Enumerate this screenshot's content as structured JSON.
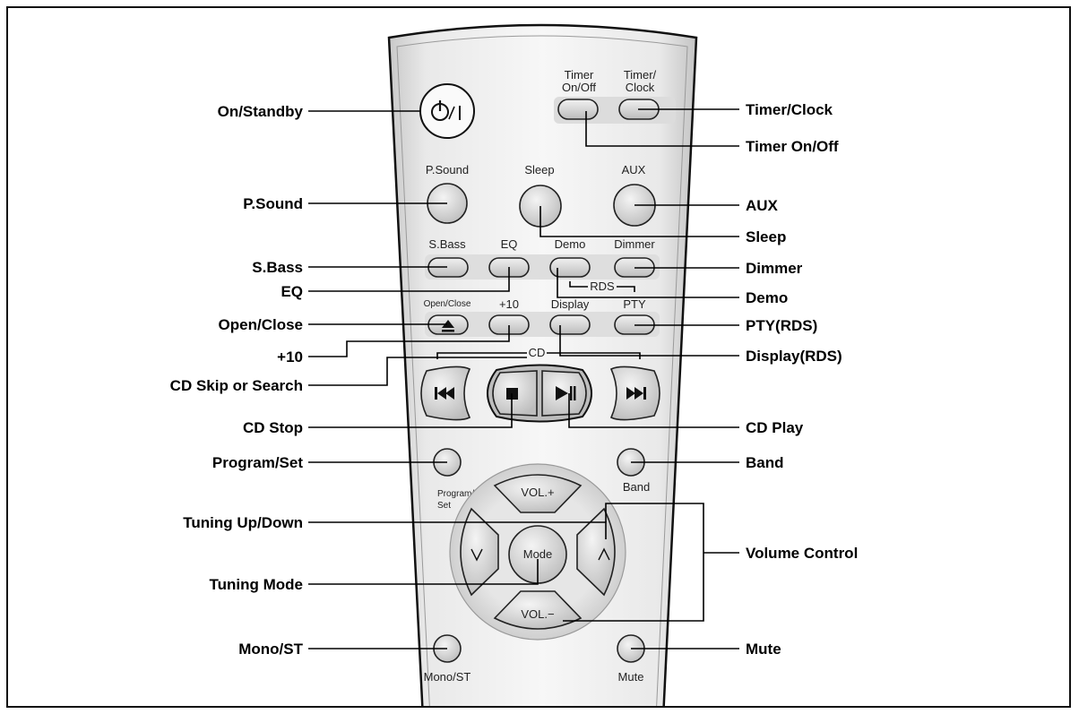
{
  "callouts": {
    "on_standby": "On/Standby",
    "timer_clock": "Timer/Clock",
    "timer_on_off": "Timer On/Off",
    "p_sound": "P.Sound",
    "aux": "AUX",
    "sleep": "Sleep",
    "s_bass": "S.Bass",
    "dimmer": "Dimmer",
    "eq": "EQ",
    "demo": "Demo",
    "open_close": "Open/Close",
    "pty_rds": "PTY(RDS)",
    "plus10": "+10",
    "display_rds": "Display(RDS)",
    "cd_skip": "CD Skip or Search",
    "cd_stop": "CD Stop",
    "cd_play": "CD Play",
    "program_set": "Program/Set",
    "band": "Band",
    "tuning_updown": "Tuning Up/Down",
    "volume_control": "Volume Control",
    "tuning_mode": "Tuning Mode",
    "mono_st": "Mono/ST",
    "mute": "Mute"
  },
  "buttons": {
    "timer_on_off_line1": "Timer",
    "timer_on_off_line2": "On/Off",
    "timer_clock_line1": "Timer/",
    "timer_clock_line2": "Clock",
    "p_sound": "P.Sound",
    "sleep": "Sleep",
    "aux": "AUX",
    "s_bass": "S.Bass",
    "eq": "EQ",
    "demo": "Demo",
    "dimmer": "Dimmer",
    "rds": "RDS",
    "open_close": "Open/Close",
    "plus10": "+10",
    "display": "Display",
    "pty": "PTY",
    "cd": "CD",
    "program_line1": "Program/",
    "program_line2": "Set",
    "band": "Band",
    "vol_up": "VOL.+",
    "vol_down": "VOL.−",
    "mode": "Mode",
    "mono_st": "Mono/ST",
    "mute": "Mute"
  },
  "icons": {
    "power": "power-standby-icon",
    "eject": "eject-icon",
    "skip_back": "skip-back-icon",
    "stop": "stop-icon",
    "play_pause": "play-pause-icon",
    "skip_forward": "skip-forward-icon",
    "tune_down": "chevron-down-icon",
    "tune_up": "chevron-up-icon"
  }
}
